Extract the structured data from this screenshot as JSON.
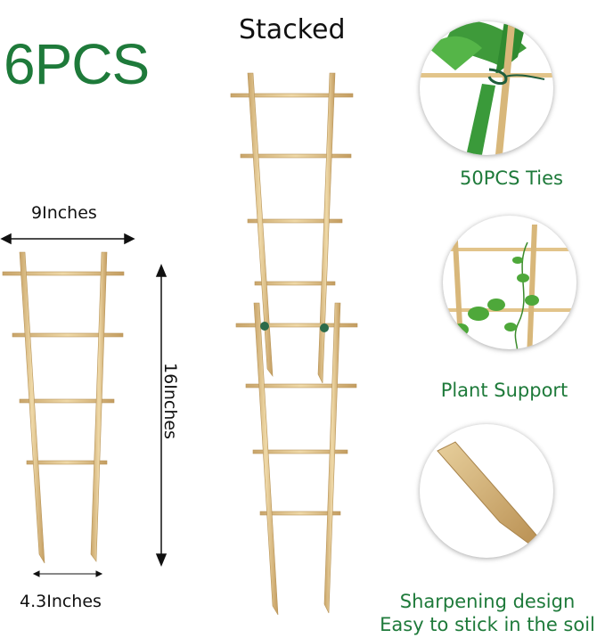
{
  "count_label": "6PCS",
  "stacked_label": "Stacked",
  "dimensions": {
    "width_label": "9Inches",
    "height_label": "16Inches",
    "bottom_label": "4.3Inches"
  },
  "features": {
    "ties_label": "50PCS Ties",
    "support_label": "Plant Support",
    "sharpen_line1": "Sharpening design",
    "sharpen_line2": "Easy to stick in the soil"
  },
  "colors": {
    "brand_green": "#1e7a3a",
    "bamboo": "#e2c48a"
  }
}
